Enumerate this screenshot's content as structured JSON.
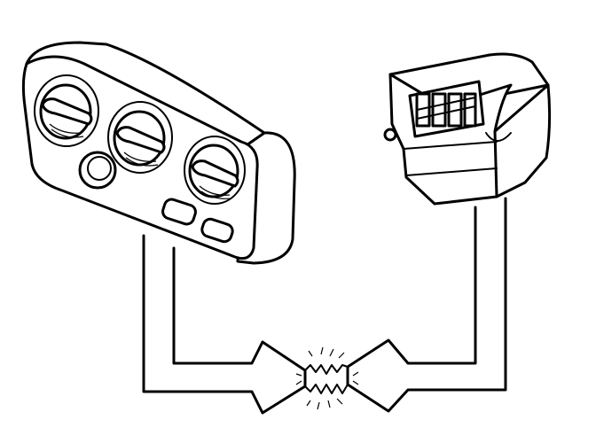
{
  "diagram": {
    "components": [
      {
        "id": "control-panel",
        "icon": "climate-control-panel-icon"
      },
      {
        "id": "connector-module",
        "icon": "connector-module-icon"
      }
    ],
    "link": {
      "from": "control-panel",
      "to": "connector-module",
      "style": "double-arrow-with-break",
      "break_icon": "spark-break-icon"
    },
    "colors": {
      "ink": "#000000",
      "background": "#ffffff"
    }
  }
}
